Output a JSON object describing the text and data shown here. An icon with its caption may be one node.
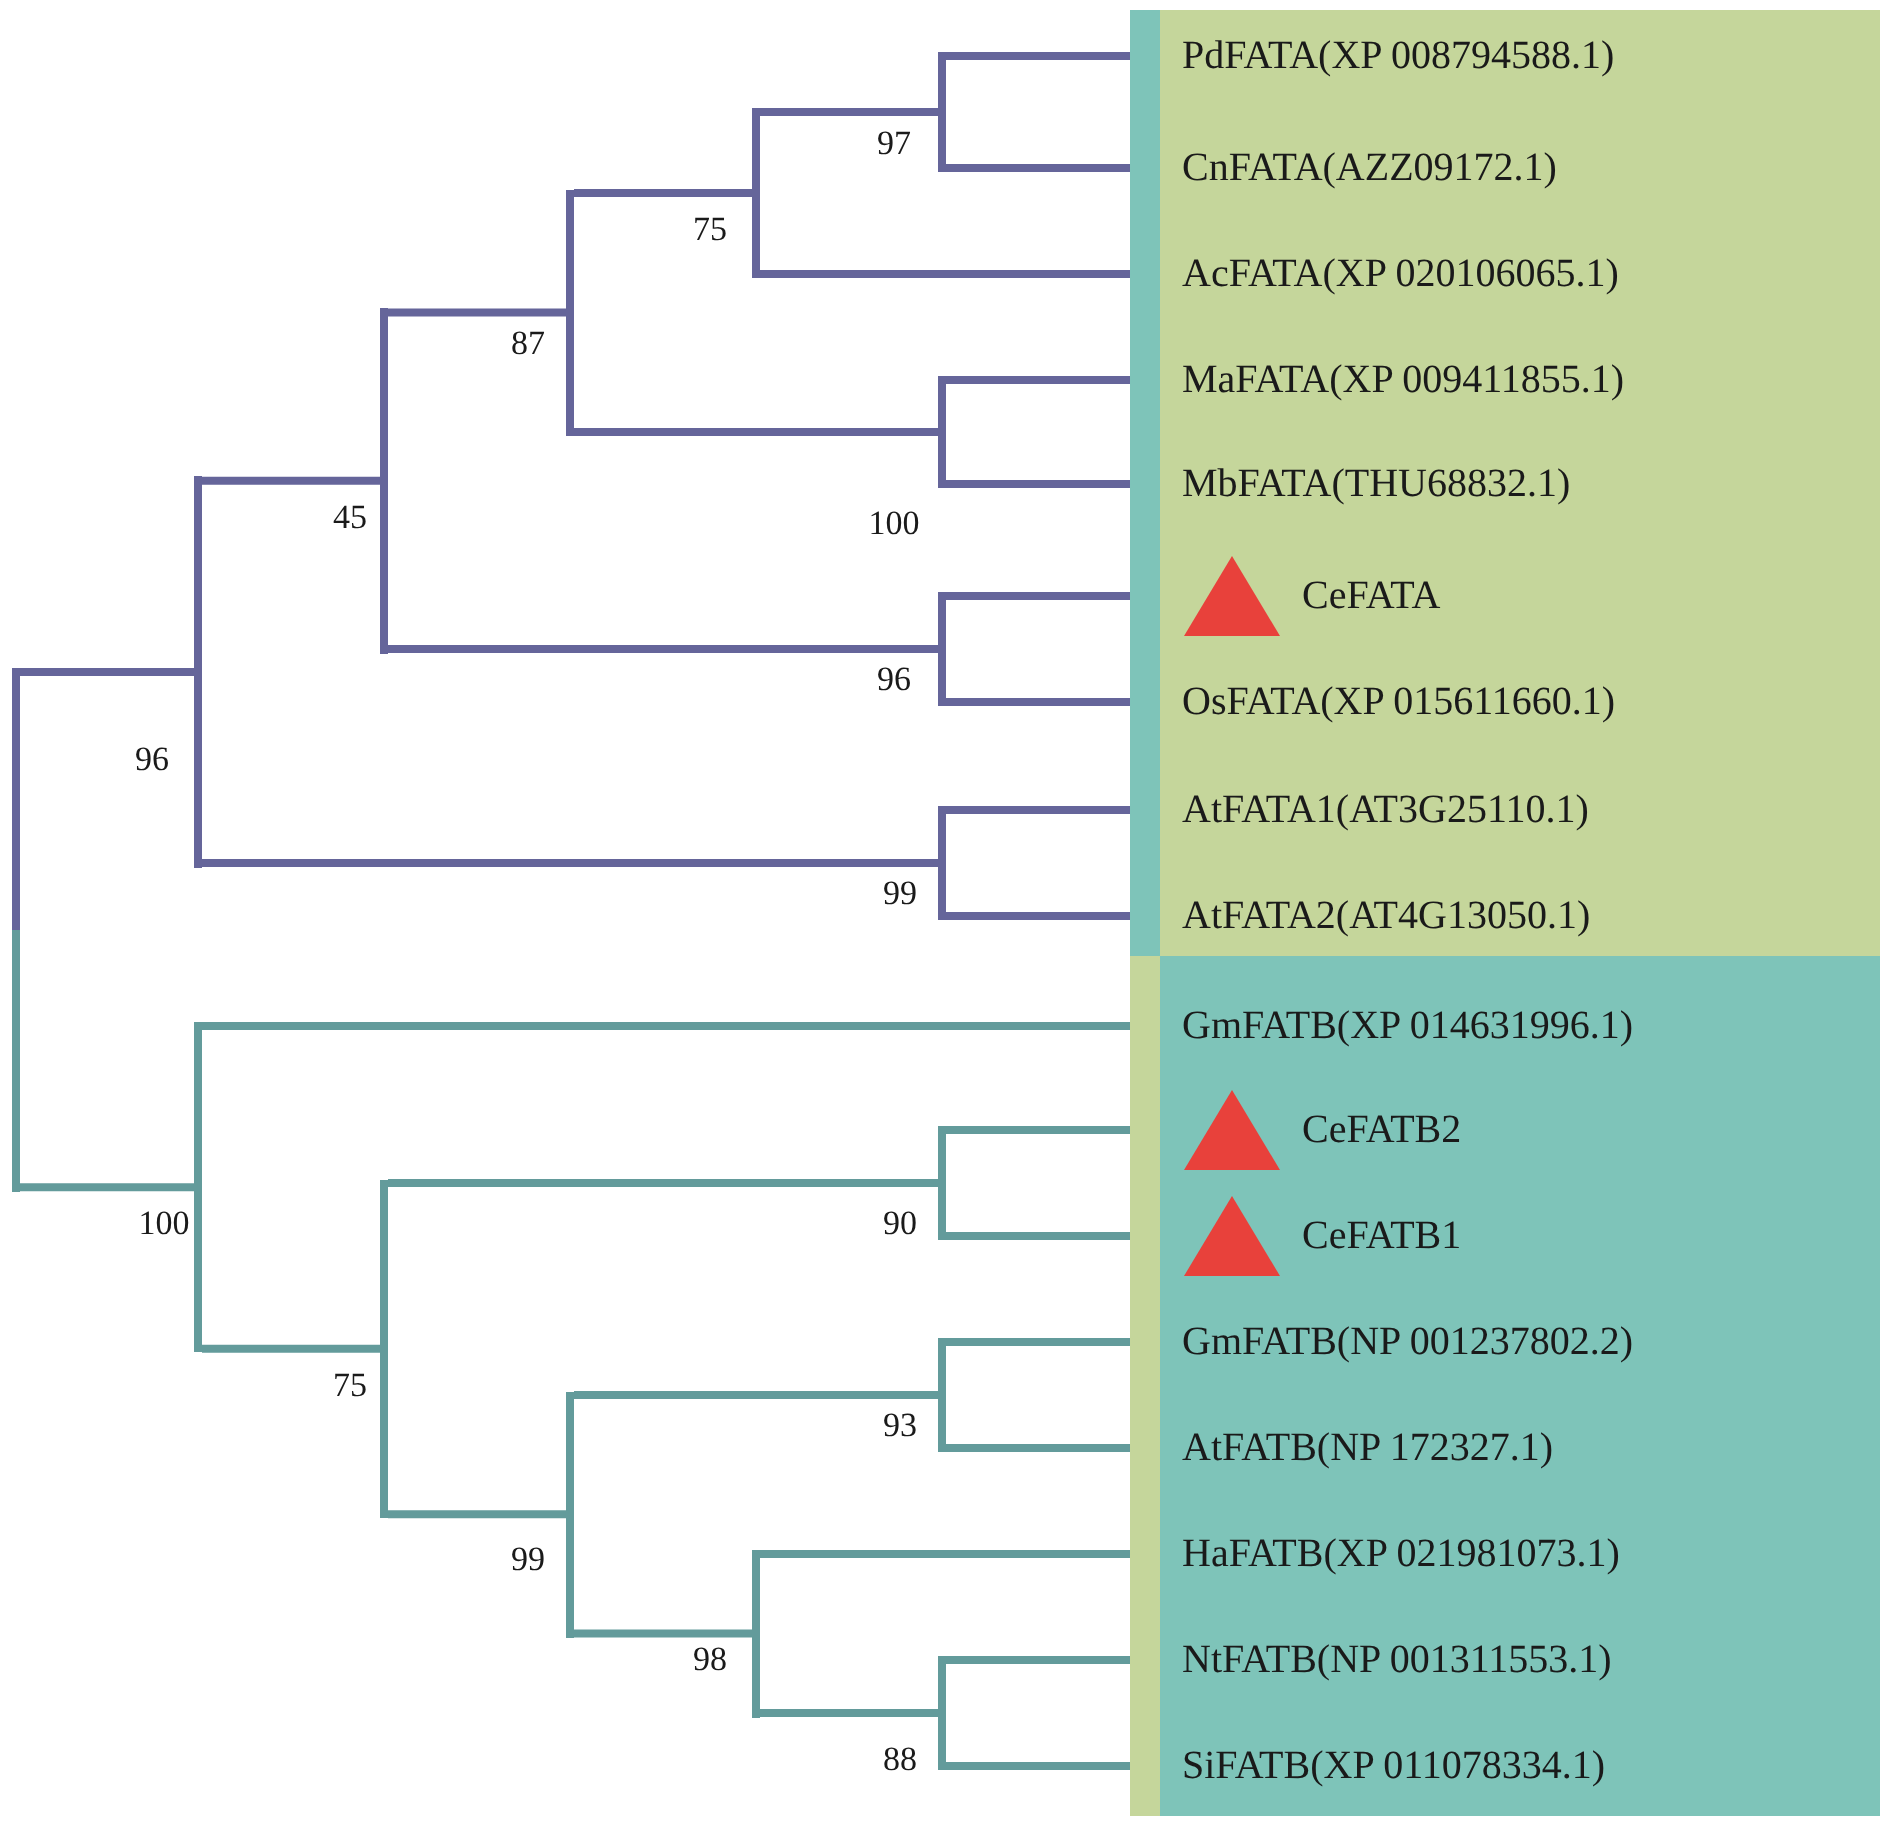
{
  "diagram": {
    "nodes": [
      {
        "text": [
          "PdFATA(XP 008794588.1)"
        ]
      },
      {
        "text": [
          "CnFATA(AZZ09172.1)"
        ]
      },
      {
        "text": [
          "AcFATA(XP 020106065.1)"
        ]
      },
      {
        "text": [
          "MaFATA(XP 009411855.1)"
        ]
      },
      {
        "text": [
          "MbFATA(THU68832.1)"
        ]
      },
      {
        "text": [
          "CeFATA"
        ]
      },
      {
        "text": [
          "OsFATA(XP 015611660.1)"
        ]
      },
      {
        "text": [
          "AtFATA1(AT3G25110.1)"
        ]
      },
      {
        "text": [
          "AtFATA2(AT4G13050.1)"
        ]
      },
      {
        "text": [
          "GmFATB(XP 014631996.1)"
        ]
      },
      {
        "text": [
          "CeFATB2"
        ]
      },
      {
        "text": [
          "CeFATB1"
        ]
      },
      {
        "text": [
          "GmFATB(NP 001237802.2)"
        ]
      },
      {
        "text": [
          "AtFATB(NP 172327.1)"
        ]
      },
      {
        "text": [
          "HaFATB(XP 021981073.1)"
        ]
      },
      {
        "text": [
          "NtFATB(NP 001311553.1)"
        ]
      },
      {
        "text": [
          "SiFATB(XP 011078334.1)"
        ]
      },
      {
        "text": [],
        "shape": "bar"
      },
      {
        "text": [],
        "shape": "bar",
        "beside": [
          "96"
        ]
      },
      {
        "text": [],
        "shape": "bar",
        "beside": [
          "45"
        ]
      },
      {
        "text": [],
        "shape": "bar",
        "beside": [
          "87"
        ]
      },
      {
        "text": [],
        "shape": "bar",
        "beside": [
          "75"
        ]
      },
      {
        "text": [],
        "shape": "bar",
        "beside": [
          "97"
        ]
      },
      {
        "text": [],
        "shape": "bar",
        "beside": [
          "100"
        ]
      },
      {
        "text": [],
        "shape": "bar",
        "beside": [
          "96"
        ]
      },
      {
        "text": [],
        "shape": "bar",
        "beside": [
          "99"
        ]
      },
      {
        "text": [],
        "shape": "bar",
        "beside": [
          "100"
        ]
      },
      {
        "text": [],
        "shape": "bar",
        "beside": [
          "75"
        ]
      },
      {
        "text": [],
        "shape": "bar",
        "beside": [
          "90"
        ]
      },
      {
        "text": [],
        "shape": "bar",
        "beside": [
          "99"
        ]
      },
      {
        "text": [],
        "shape": "bar",
        "beside": [
          "93"
        ]
      },
      {
        "text": [],
        "shape": "bar",
        "beside": [
          "98"
        ]
      },
      {
        "text": [],
        "shape": "bar",
        "beside": [
          "88"
        ]
      }
    ],
    "edges": [
      {
        "from": 17,
        "to": 18,
        "arrow": "none"
      },
      {
        "from": 18,
        "to": 19,
        "arrow": "none"
      },
      {
        "from": 18,
        "to": 25,
        "arrow": "none"
      },
      {
        "from": 19,
        "to": 20,
        "arrow": "none"
      },
      {
        "from": 19,
        "to": 24,
        "arrow": "none"
      },
      {
        "from": 20,
        "to": 21,
        "arrow": "none"
      },
      {
        "from": 20,
        "to": 23,
        "arrow": "none"
      },
      {
        "from": 21,
        "to": 22,
        "arrow": "none"
      },
      {
        "from": 21,
        "to": 2,
        "arrow": "none"
      },
      {
        "from": 22,
        "to": 0,
        "arrow": "none"
      },
      {
        "from": 22,
        "to": 1,
        "arrow": "none"
      },
      {
        "from": 23,
        "to": 3,
        "arrow": "none"
      },
      {
        "from": 23,
        "to": 4,
        "arrow": "none"
      },
      {
        "from": 24,
        "to": 5,
        "arrow": "none"
      },
      {
        "from": 24,
        "to": 6,
        "arrow": "none"
      },
      {
        "from": 25,
        "to": 7,
        "arrow": "none"
      },
      {
        "from": 25,
        "to": 8,
        "arrow": "none"
      },
      {
        "from": 17,
        "to": 26,
        "arrow": "none",
        "color": "#639b9b"
      },
      {
        "from": 26,
        "to": 9,
        "arrow": "none",
        "color": "#639b9b"
      },
      {
        "from": 26,
        "to": 27,
        "arrow": "none",
        "color": "#639b9b"
      },
      {
        "from": 27,
        "to": 28,
        "arrow": "none",
        "color": "#639b9b"
      },
      {
        "from": 27,
        "to": 29,
        "arrow": "none",
        "color": "#639b9b"
      },
      {
        "from": 28,
        "to": 10,
        "arrow": "none",
        "color": "#639b9b"
      },
      {
        "from": 28,
        "to": 11,
        "arrow": "none",
        "color": "#639b9b"
      },
      {
        "from": 29,
        "to": 30,
        "arrow": "none",
        "color": "#639b9b"
      },
      {
        "from": 29,
        "to": 31,
        "arrow": "none",
        "color": "#639b9b"
      },
      {
        "from": 30,
        "to": 12,
        "arrow": "none",
        "color": "#639b9b"
      },
      {
        "from": 30,
        "to": 13,
        "arrow": "none",
        "color": "#639b9b"
      },
      {
        "from": 31,
        "to": 14,
        "arrow": "none",
        "color": "#639b9b"
      },
      {
        "from": 31,
        "to": 32,
        "arrow": "none",
        "color": "#639b9b"
      },
      {
        "from": 32,
        "to": 15,
        "arrow": "none",
        "color": "#639b9b"
      },
      {
        "from": 32,
        "to": 16,
        "arrow": "none",
        "color": "#639b9b"
      }
    ]
  }
}
